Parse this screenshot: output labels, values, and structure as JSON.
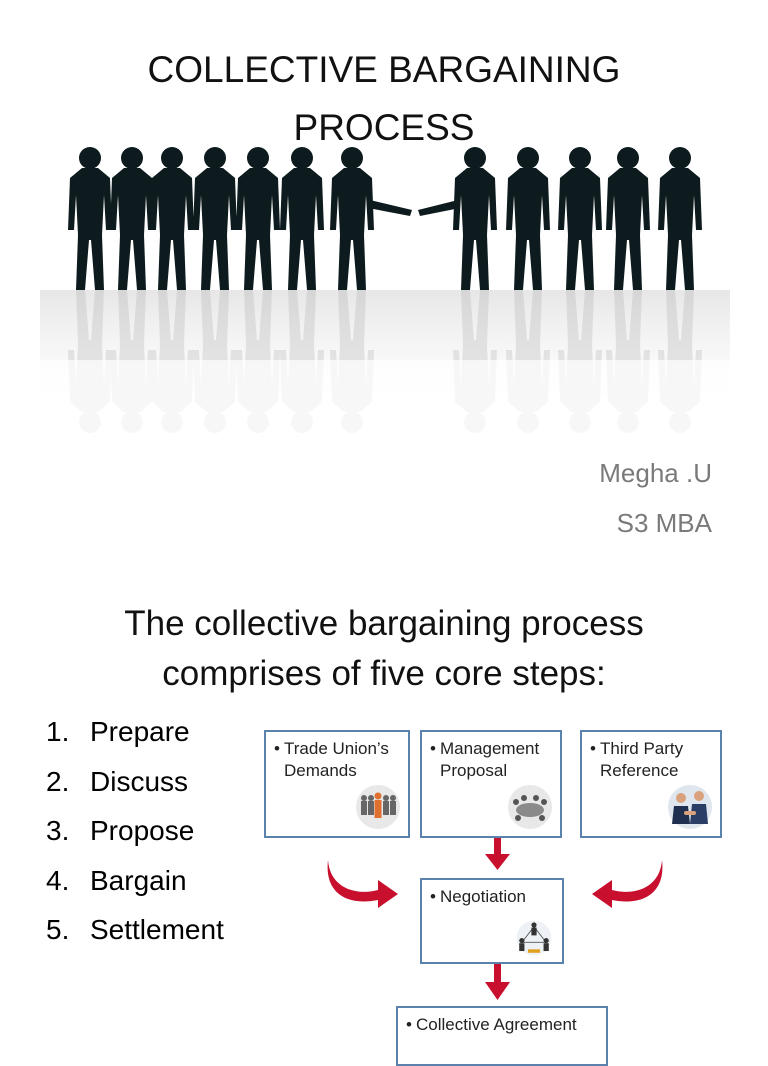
{
  "slide1": {
    "title_line1": "COLLECTIVE BARGAINING",
    "title_line2": "PROCESS",
    "author_name": "Megha .U",
    "author_class": "S3 MBA",
    "image": "business-people-silhouettes-icon"
  },
  "slide2": {
    "heading_line1": "The collective bargaining process",
    "heading_line2": "comprises of five core steps:",
    "steps": [
      {
        "num": "1.",
        "label": "Prepare"
      },
      {
        "num": "2.",
        "label": "Discuss"
      },
      {
        "num": "3.",
        "label": "Propose"
      },
      {
        "num": "4.",
        "label": "Bargain"
      },
      {
        "num": "5.",
        "label": "Settlement"
      }
    ],
    "boxes": {
      "trade_union": {
        "line1": "Trade Union’s",
        "line2": "Demands",
        "icon": "people-group-icon"
      },
      "management": {
        "line1": "Management",
        "line2": "Proposal",
        "icon": "meeting-table-icon"
      },
      "third_party": {
        "line1": "Third Party",
        "line2": "Reference",
        "icon": "handshake-icon"
      },
      "negotiation": {
        "line1": "Negotiation",
        "icon": "team-network-icon"
      },
      "agreement": {
        "line1": "Collective Agreement"
      }
    },
    "bullet": "•",
    "colors": {
      "box_border": "#5b82ac",
      "arrow": "#c8102e"
    }
  }
}
